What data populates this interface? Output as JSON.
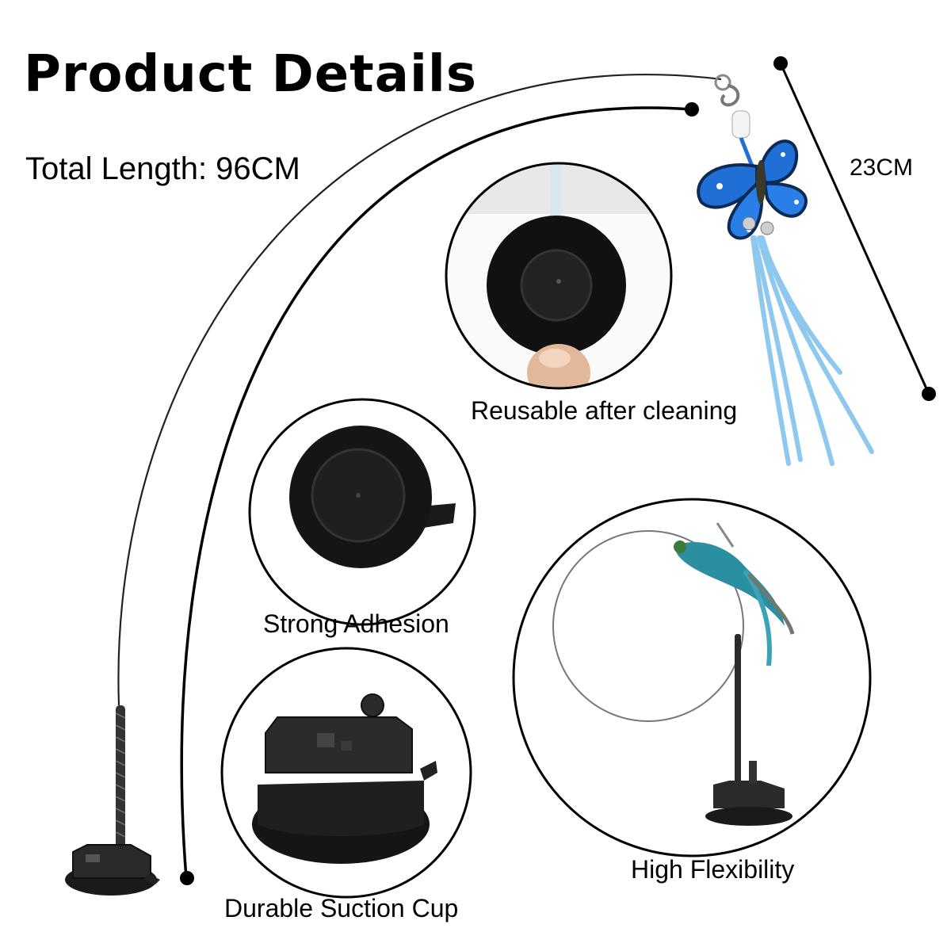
{
  "header": {
    "title": "Product Details",
    "total_length": "Total Length: 96CM"
  },
  "attachment": {
    "length_label": "23CM"
  },
  "features": {
    "cleaning_caption": "Reusable after cleaning",
    "adhesion_caption": "Strong Adhesion",
    "flexibility_caption": "High Flexibility",
    "suction_caption": "Durable Suction Cup"
  },
  "colors": {
    "butterfly_blue": "#1f6fd6",
    "ribbon_blue": "#8ec8ef",
    "bird_teal": "#2a8fa0",
    "suction_black": "#111111"
  }
}
